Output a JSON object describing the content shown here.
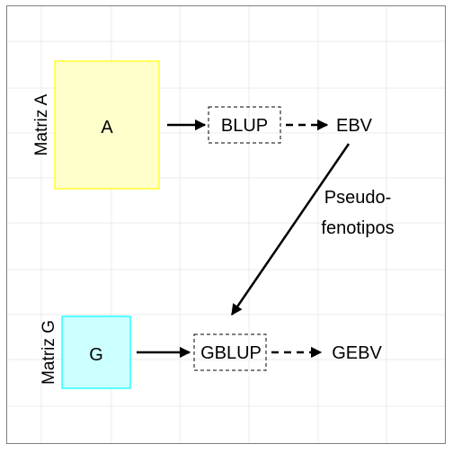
{
  "diagram": {
    "matrix_a": {
      "side_label": "Matriz A",
      "letter": "A",
      "fill": "#ffffcc",
      "stroke": "#ffff00"
    },
    "matrix_g": {
      "side_label": "Matriz G",
      "letter": "G",
      "fill": "#ccffff",
      "stroke": "#00ffff"
    },
    "blup": "BLUP",
    "ebv": "EBV",
    "pseudo_line1": "Pseudo-",
    "pseudo_line2": "fenotipos",
    "gblup": "GBLUP",
    "gebv": "GEBV",
    "grid_color": "#ebebeb",
    "border_color": "#808080"
  }
}
